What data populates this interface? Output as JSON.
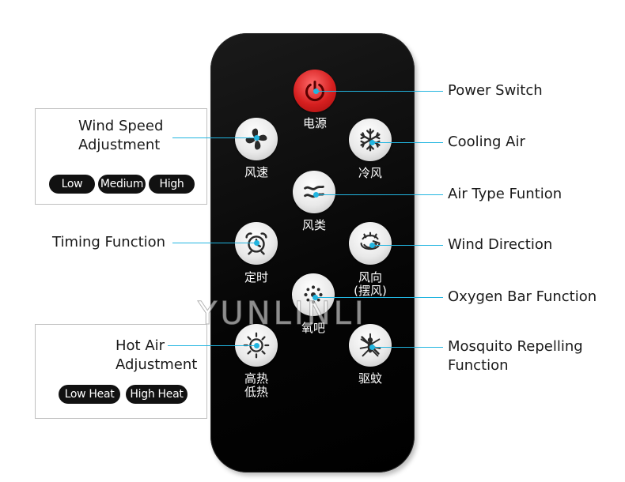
{
  "remote": {
    "buttons": {
      "power": "电源",
      "wind_speed": "风速",
      "cooling_air": "冷风",
      "wind_type": "风类",
      "timing": "定时",
      "wind_direction": "风向",
      "wind_direction_sub": "(摆风)",
      "oxygen_bar": "氧吧",
      "heat_high": "高热",
      "heat_low": "低热",
      "mosquito": "驱蚊"
    }
  },
  "annotations": {
    "power_switch": "Power Switch",
    "wind_speed_line1": "Wind Speed",
    "wind_speed_line2": "Adjustment",
    "cooling_air": "Cooling Air",
    "air_type": "Air Type Funtion",
    "timing": "Timing Function",
    "wind_direction": "Wind Direction",
    "oxygen_bar": "Oxygen Bar Function",
    "hot_air_line1": "Hot Air",
    "hot_air_line2": "Adjustment",
    "mosquito_line1": "Mosquito Repelling",
    "mosquito_line2": "Function"
  },
  "speed_options": [
    "Low",
    "Medium",
    "High"
  ],
  "heat_options": [
    "Low Heat",
    "High Heat"
  ],
  "watermark": "YUNLINLI",
  "colors": {
    "leader_line": "#22b5e0",
    "remote_body": "#050505",
    "power_button": "#d61f1f"
  }
}
